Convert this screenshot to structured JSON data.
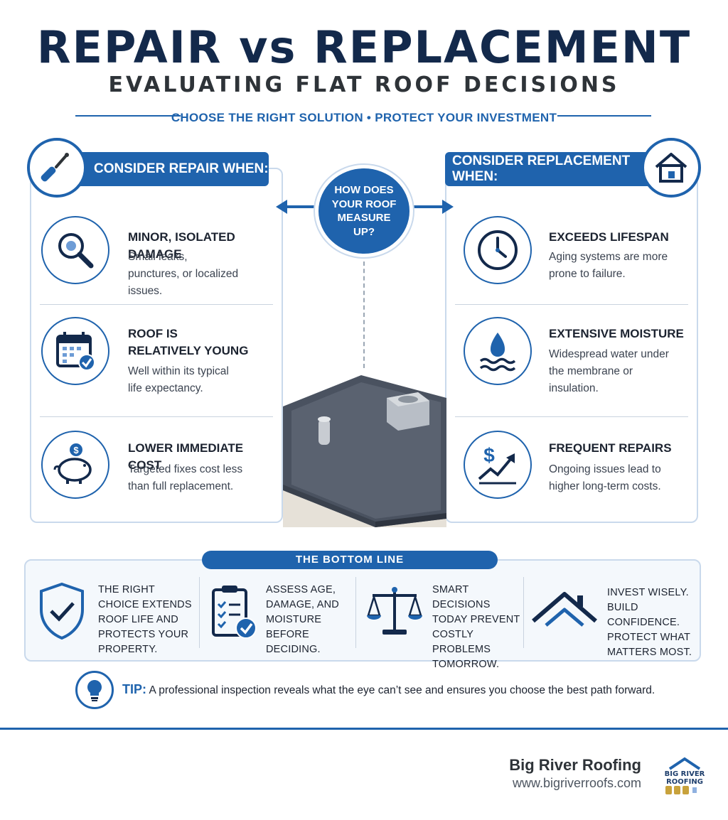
{
  "header": {
    "title": "REPAIR vs REPLACEMENT",
    "subtitle": "EVALUATING FLAT ROOF DECISIONS",
    "tagline": "CHOOSE THE RIGHT SOLUTION • PROTECT YOUR INVESTMENT"
  },
  "center": {
    "question": "HOW DOES YOUR ROOF MEASURE UP?"
  },
  "repair": {
    "heading": "CONSIDER REPAIR WHEN:",
    "badge_icon": "screwdriver-icon",
    "items": [
      {
        "icon": "magnifier-icon",
        "title": "MINOR, ISOLATED DAMAGE",
        "text": "Small leaks, punctures, or localized issues."
      },
      {
        "icon": "calendar-check-icon",
        "title": "ROOF IS RELATIVELY YOUNG",
        "text": "Well within its typical life expectancy."
      },
      {
        "icon": "piggy-bank-icon",
        "title": "LOWER IMMEDIATE COST",
        "text": "Targeted fixes cost less than full replacement."
      }
    ]
  },
  "replacement": {
    "heading": "CONSIDER REPLACEMENT WHEN:",
    "badge_icon": "house-icon",
    "items": [
      {
        "icon": "clock-icon",
        "title": "EXCEEDS LIFESPAN",
        "text": "Aging systems are more prone to failure."
      },
      {
        "icon": "water-drop-icon",
        "title": "EXTENSIVE MOISTURE",
        "text": "Widespread water under the membrane or insulation."
      },
      {
        "icon": "dollar-trend-icon",
        "title": "FREQUENT REPAIRS",
        "text": "Ongoing issues lead to higher long-term costs."
      }
    ]
  },
  "bottom_line": {
    "heading": "THE BOTTOM LINE",
    "columns": [
      {
        "icon": "shield-check-icon",
        "text": "THE RIGHT CHOICE EXTENDS ROOF LIFE AND PROTECTS YOUR PROPERTY."
      },
      {
        "icon": "checklist-icon",
        "text": "ASSESS AGE, DAMAGE, AND MOISTURE BEFORE DECIDING."
      },
      {
        "icon": "scales-icon",
        "text": "SMART DECISIONS TODAY PREVENT COSTLY PROBLEMS TOMORROW."
      },
      {
        "icon": "roofline-icon",
        "text": "INVEST WISELY. BUILD CONFIDENCE. PROTECT WHAT MATTERS MOST."
      }
    ]
  },
  "tip": {
    "label": "TIP:",
    "text": "A professional inspection reveals what the eye can’t see and ensures you choose the best path forward."
  },
  "footer": {
    "brand": "Big River Roofing",
    "url": "www.bigriverroofs.com",
    "logo_text": "BIG RIVER ROOFING"
  },
  "colors": {
    "primary": "#1f63ad",
    "navy": "#13294b",
    "border": "#c9d9ec"
  }
}
